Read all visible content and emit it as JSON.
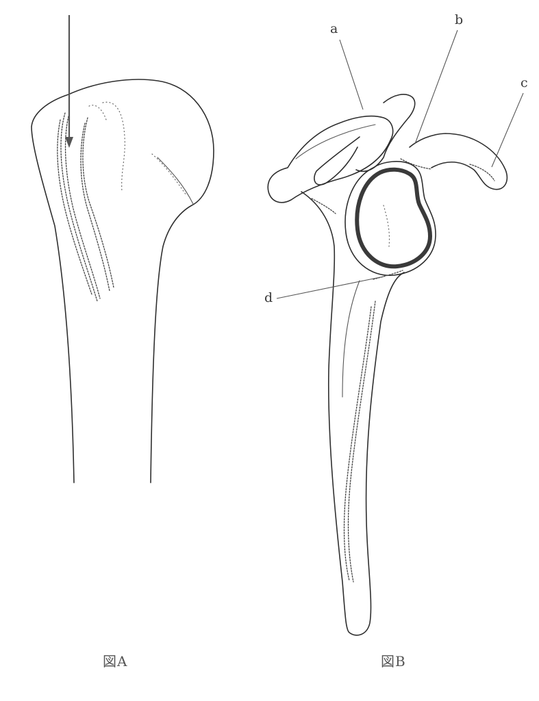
{
  "figure_a": {
    "caption": "図A"
  },
  "figure_b": {
    "caption": "図B",
    "labels": {
      "a": "a",
      "b": "b",
      "c": "c",
      "d": "d"
    }
  }
}
